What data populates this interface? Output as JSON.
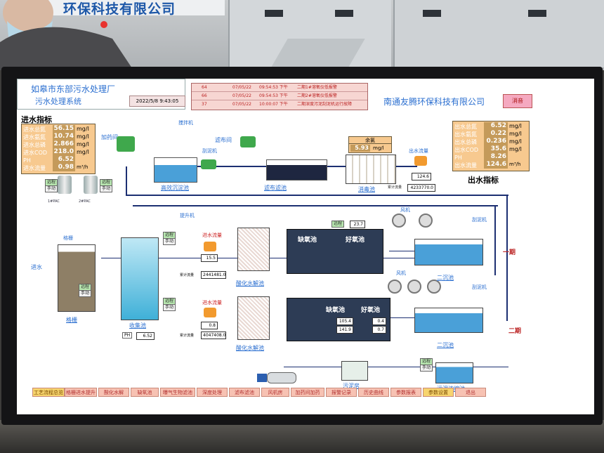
{
  "room": {
    "banner": "环保科技有限公司"
  },
  "header": {
    "title": "如皋市东部污水处理厂",
    "subtitle": "污水处理系统",
    "datetime": "2022/5/8 9:43:05",
    "company": "南通友腾环保科技有限公司",
    "mute_button": "消音"
  },
  "alarms": [
    {
      "id": "64",
      "date": "07/05/22",
      "time": "09:54:53 下午",
      "msg": "二期1#溶氧仪低报警"
    },
    {
      "id": "66",
      "date": "07/05/22",
      "time": "09:54:53 下午",
      "msg": "二期2#溶氧仪低报警"
    },
    {
      "id": "37",
      "date": "07/05/22",
      "time": "10:00:07 下午",
      "msg": "二期深度污泥刮泥机运行故障"
    }
  ],
  "inlet": {
    "title": "进水指标",
    "rows": [
      {
        "name": "进水总氮",
        "value": "56.15",
        "unit": "mg/l"
      },
      {
        "name": "进水氨氮",
        "value": "10.74",
        "unit": "mg/l"
      },
      {
        "name": "进水总磷",
        "value": "2.866",
        "unit": "mg/l"
      },
      {
        "name": "进水COD",
        "value": "218.0",
        "unit": "mg/l"
      },
      {
        "name": "PH",
        "value": "6.52",
        "unit": ""
      },
      {
        "name": "进水流量",
        "value": "0.98",
        "unit": "m³/h"
      }
    ]
  },
  "outlet": {
    "title": "出水指标",
    "rows": [
      {
        "name": "出水总氮",
        "value": "6.52",
        "unit": "mg/l"
      },
      {
        "name": "出水氨氮",
        "value": "0.22",
        "unit": "mg/l"
      },
      {
        "name": "出水总磷",
        "value": "0.236",
        "unit": "mg/l"
      },
      {
        "name": "出水COD",
        "value": "35.6",
        "unit": "mg/l"
      },
      {
        "name": "PH",
        "value": "8.26",
        "unit": ""
      },
      {
        "name": "出水流量",
        "value": "124.6",
        "unit": "m³/h"
      }
    ]
  },
  "chlorine": {
    "label": "余氯",
    "value": "5.93",
    "unit": "mg/l"
  },
  "outflow": {
    "label": "出水流量",
    "value": "124.6",
    "total_label": "累计流量",
    "total": "4233770.0"
  },
  "labels": {
    "dosing": "加药间",
    "mixer": "搅拌机",
    "filter_room": "滤布间",
    "scraper": "刮泥机",
    "high_eff_tank": "高效沉淀池",
    "filter_tank": "滤布滤池",
    "disinfect_tank": "消毒池",
    "lift_pump": "提升机",
    "inflow1": "进水流量",
    "inflow2": "进水流量",
    "total1_label": "累计流量",
    "total2_label": "累计流量",
    "acid_tank1": "酸化水解池",
    "acid_tank2": "酸化水解池",
    "anoxic1": "缺氧池",
    "aerobic1": "好氧池",
    "anoxic2": "缺氧池",
    "aerobic2": "好氧池",
    "blower1": "风机",
    "blower2": "风机",
    "scraper2": "刮泥机",
    "scraper3": "刮泥机",
    "phase1": "一期",
    "phase2": "二期",
    "secondary_tank": "二沉池",
    "secondary_tank2": "二沉池",
    "grille": "格栅",
    "grille_well": "格栅",
    "collect_tank": "收集池",
    "inlet": "进水",
    "ph_label": "PH",
    "ph_value": "6.52",
    "sludge_room": "污泥房",
    "sludge_tank": "污泥浓缩池",
    "pac1": "1#PAC",
    "pac2": "2#PAC",
    "temp1": "23.7",
    "flow1": "15.5",
    "total1": "2441481.0",
    "flow2": "0.8",
    "total2": "4047408.0",
    "v105": "105.4",
    "v141": "141.9",
    "v04": "0.4",
    "v07": "0.7",
    "local": "远程",
    "manual": "手动"
  },
  "nav": [
    "工艺流程总览",
    "格栅进水提升",
    "酸化水解",
    "缺氧池",
    "曝气生物滤池",
    "深度处理",
    "滤布滤池",
    "风机房",
    "加药间加药",
    "报警记录",
    "历史曲线",
    "参数报表",
    "参数设置",
    "退出"
  ]
}
